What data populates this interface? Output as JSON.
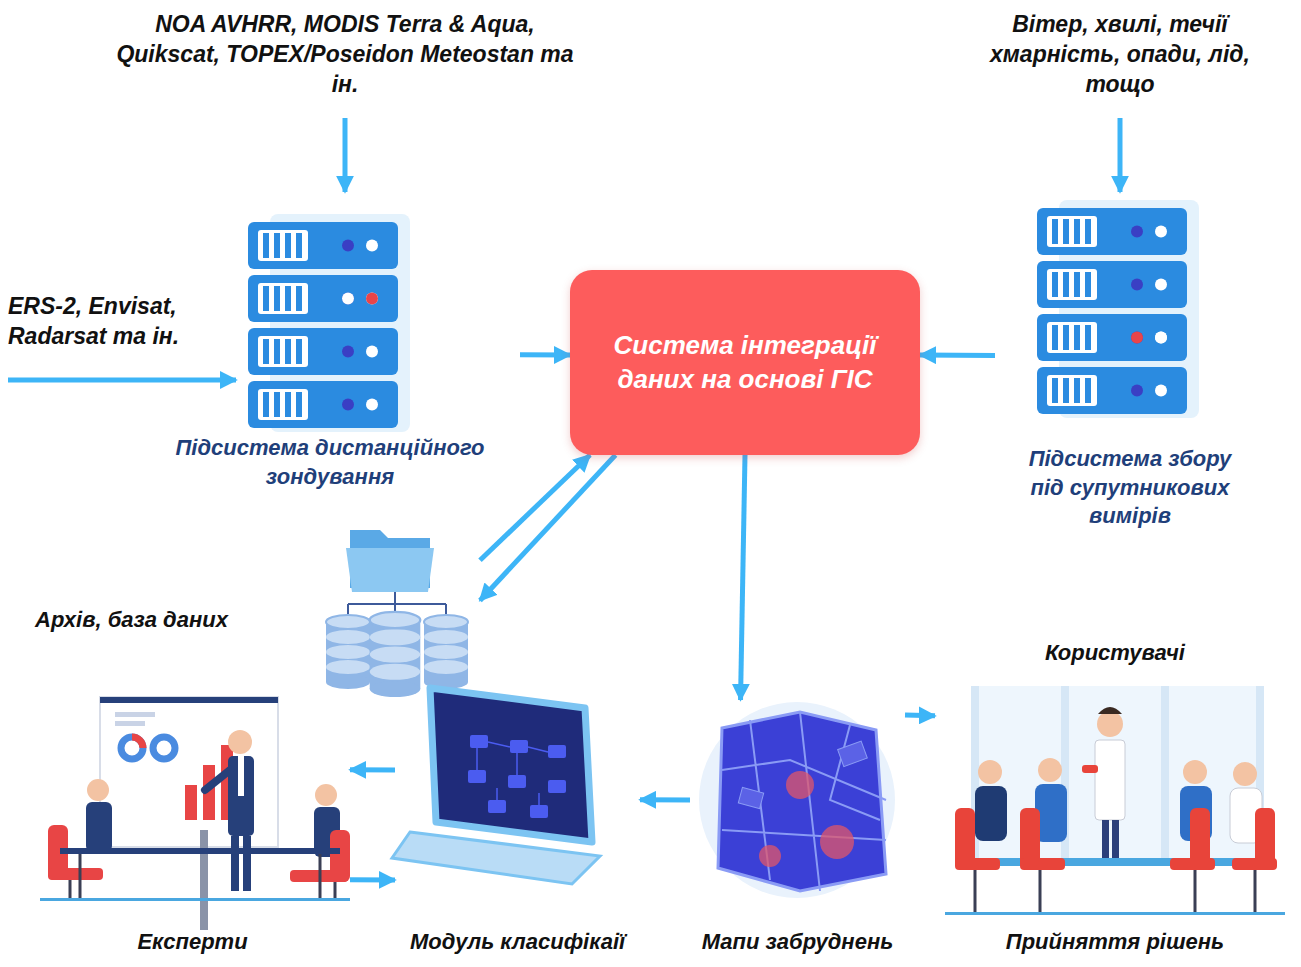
{
  "diagram": {
    "nodes": [
      {
        "text": [
          "Система інтеграції даних на основі ГІС"
        ]
      },
      {
        "text": [
          "Підсистема дистанційного зондування"
        ]
      },
      {
        "text": [
          "Підсистема збору під супутникових вимірів"
        ]
      },
      {
        "text": [
          "Архів, база даних"
        ]
      },
      {
        "text": [
          "Мапи забруднень"
        ]
      },
      {
        "text": [
          "Користувачі",
          "Прийняття рішень"
        ]
      },
      {
        "text": [
          "Модуль класифікаії"
        ]
      },
      {
        "text": [
          "Експерти"
        ]
      }
    ],
    "edges": [
      {
        "from": 1,
        "to": 0,
        "arrow": "to"
      },
      {
        "from": 2,
        "to": 0,
        "arrow": "to"
      },
      {
        "from": 0,
        "to": 3,
        "arrow": "to"
      },
      {
        "from": 3,
        "to": 0,
        "arrow": "to"
      },
      {
        "from": 0,
        "to": 4,
        "arrow": "to"
      },
      {
        "from": 4,
        "to": 5,
        "arrow": "to"
      },
      {
        "from": 4,
        "to": 6,
        "arrow": "to"
      },
      {
        "from": 6,
        "to": 7,
        "arrow": "to"
      },
      {
        "from": 7,
        "to": 6,
        "arrow": "to"
      }
    ],
    "labels": [
      "NOA AVHRR, MODIS Terra & Aqua, Quikscat, TOPEX/Poseidon Meteostan та ін.",
      "ERS-2, Envisat, Radarsat та ін.",
      "Вітер, хвилі, течії хмарність, опади, лід, тощо"
    ]
  }
}
